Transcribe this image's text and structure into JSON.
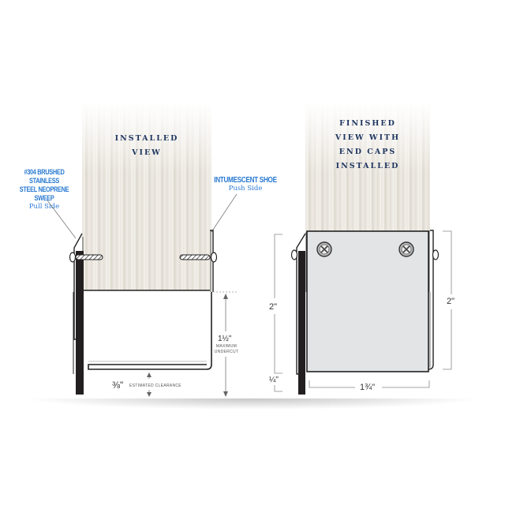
{
  "left_view": {
    "title_lines": [
      "INSTALLED",
      "VIEW"
    ],
    "pull_side_callout": {
      "lines": [
        "#304 BRUSHED STAINLESS",
        "STEEL NEOPRENE SWEEP"
      ],
      "side": "Pull Side"
    },
    "push_side_callout": {
      "lines": [
        "INTUMESCENT SHOE"
      ],
      "side": "Push Side"
    },
    "dimensions": {
      "undercut_value": "1½\"",
      "undercut_label_lines": [
        "MAXIMUM",
        "UNDERCUT"
      ],
      "clearance_value": "⅜\"",
      "clearance_label": "ESTIMATED CLEARANCE"
    }
  },
  "right_view": {
    "title_lines": [
      "FINISHED",
      "VIEW WITH",
      "END CAPS",
      "INSTALLED"
    ],
    "dimensions": {
      "left_height": "2\"",
      "right_height": "2\"",
      "bottom_offset": "¼\"",
      "width": "1¾\""
    }
  },
  "colors": {
    "label_navy": "#1f3660",
    "callout_blue": "#2a7ad2",
    "outline": "#222222",
    "end_cap_fill": "#e3e4e6",
    "sweep_black": "#231f20"
  }
}
